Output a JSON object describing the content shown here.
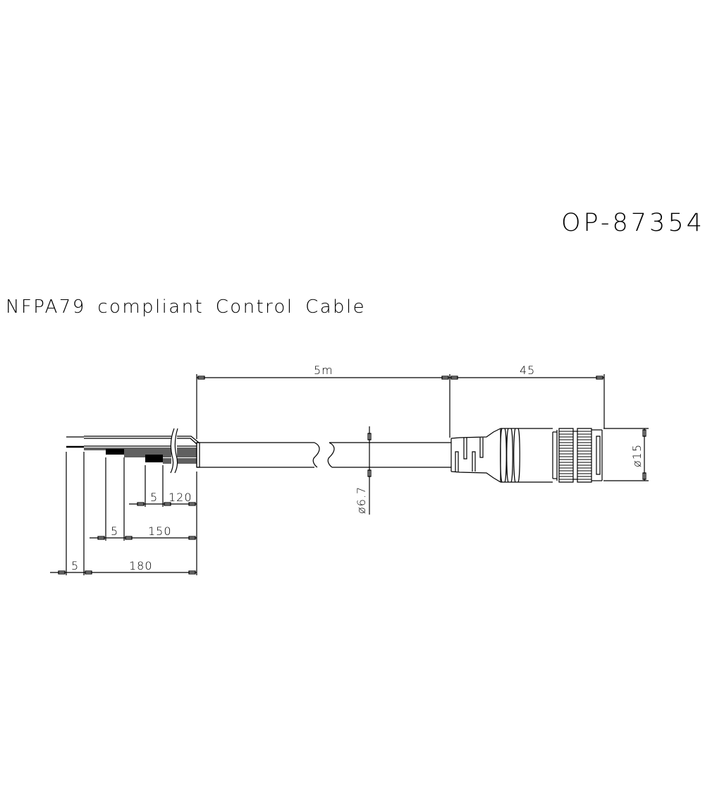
{
  "drawing": {
    "part_number": "OP-87354",
    "title": "NFPA79 compliant Control Cable",
    "colors": {
      "line": "#000000",
      "background": "#ffffff"
    }
  },
  "dimensions": {
    "cable_length": "5m",
    "connector_length": "45",
    "cable_diameter": "ø6.7",
    "connector_diameter": "ø15",
    "strip_inner_gap": "5",
    "strip_inner_length": "120",
    "strip_mid_gap": "5",
    "strip_mid_length": "150",
    "strip_outer_gap": "5",
    "strip_outer_length": "180"
  }
}
